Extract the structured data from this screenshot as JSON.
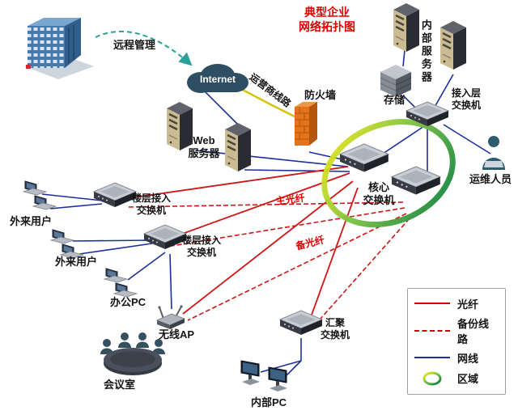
{
  "title": {
    "text": "典型企业\n网络拓扑图"
  },
  "labels": {
    "remote_mgmt": "远程管理",
    "internet": "Internet",
    "carrier_line": "运营商线路",
    "firewall": "防火墙",
    "web_server": "Web\n服务器",
    "internal_server": "内部服务器",
    "storage": "存储",
    "access_switch": "接入层\n交换机",
    "ops_staff": "运维人员",
    "core_switch": "核心\n交换机",
    "floor_switch_1": "楼层接入\n交换机",
    "floor_switch_2": "楼层接入\n交换机",
    "external_user_1": "外来用户",
    "external_user_2": "外来用户",
    "office_pc": "办公PC",
    "wireless_ap": "无线AP",
    "meeting_room": "会议室",
    "agg_switch": "汇聚\n交换机",
    "internal_pc": "内部PC",
    "main_fiber": "主光纤",
    "backup_fiber": "备光纤"
  },
  "legend": {
    "items": [
      {
        "label": "光纤",
        "style": "solid-red-line"
      },
      {
        "label": "备份线路",
        "style": "dashed-red-line"
      },
      {
        "label": "网线",
        "style": "solid-blue-line"
      },
      {
        "label": "区域",
        "style": "gradient-ring"
      }
    ]
  },
  "colors": {
    "title_red": "#dc0000",
    "fiber_red": "#cf1616",
    "cable_blue": "#1c2f9e",
    "carrier_yellow": "#d6c400",
    "remote_link_green": "#2aa198",
    "zone_ring_yellow": "#f7ec13",
    "zone_ring_green": "#00a651",
    "firewall_orange": "#e4731c"
  }
}
